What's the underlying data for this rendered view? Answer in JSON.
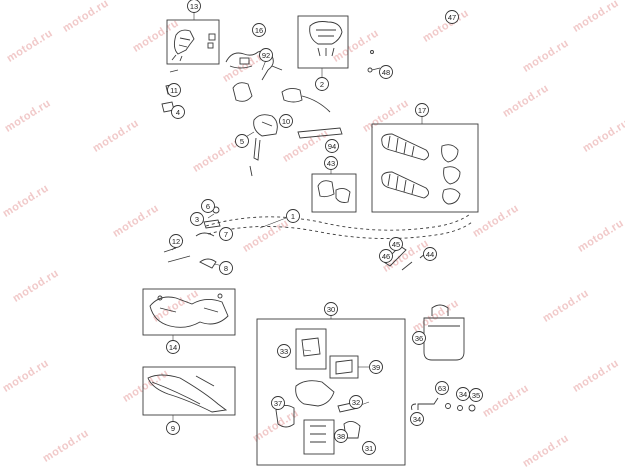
{
  "watermark": "motod.ru",
  "callouts": [
    {
      "id": "c13",
      "label": "13"
    },
    {
      "id": "c16",
      "label": "16"
    },
    {
      "id": "c92",
      "label": "92"
    },
    {
      "id": "c2",
      "label": "2"
    },
    {
      "id": "c47",
      "label": "47"
    },
    {
      "id": "c48",
      "label": "48"
    },
    {
      "id": "c11",
      "label": "11"
    },
    {
      "id": "c4",
      "label": "4"
    },
    {
      "id": "c10",
      "label": "10"
    },
    {
      "id": "c5",
      "label": "5"
    },
    {
      "id": "c17",
      "label": "17"
    },
    {
      "id": "c94",
      "label": "94"
    },
    {
      "id": "c43",
      "label": "43"
    },
    {
      "id": "c6",
      "label": "6"
    },
    {
      "id": "c3",
      "label": "3"
    },
    {
      "id": "c7",
      "label": "7"
    },
    {
      "id": "c1",
      "label": "1"
    },
    {
      "id": "c12",
      "label": "12"
    },
    {
      "id": "c8",
      "label": "8"
    },
    {
      "id": "c45",
      "label": "45"
    },
    {
      "id": "c46",
      "label": "46"
    },
    {
      "id": "c44",
      "label": "44"
    },
    {
      "id": "c30",
      "label": "30"
    },
    {
      "id": "c14",
      "label": "14"
    },
    {
      "id": "c36",
      "label": "36"
    },
    {
      "id": "c33",
      "label": "33"
    },
    {
      "id": "c39",
      "label": "39"
    },
    {
      "id": "c63",
      "label": "63"
    },
    {
      "id": "c34a",
      "label": "34"
    },
    {
      "id": "c35",
      "label": "35"
    },
    {
      "id": "c34b",
      "label": "34"
    },
    {
      "id": "c37",
      "label": "37"
    },
    {
      "id": "c32",
      "label": "32"
    },
    {
      "id": "c9",
      "label": "9"
    },
    {
      "id": "c38",
      "label": "38"
    },
    {
      "id": "c31",
      "label": "31"
    }
  ]
}
